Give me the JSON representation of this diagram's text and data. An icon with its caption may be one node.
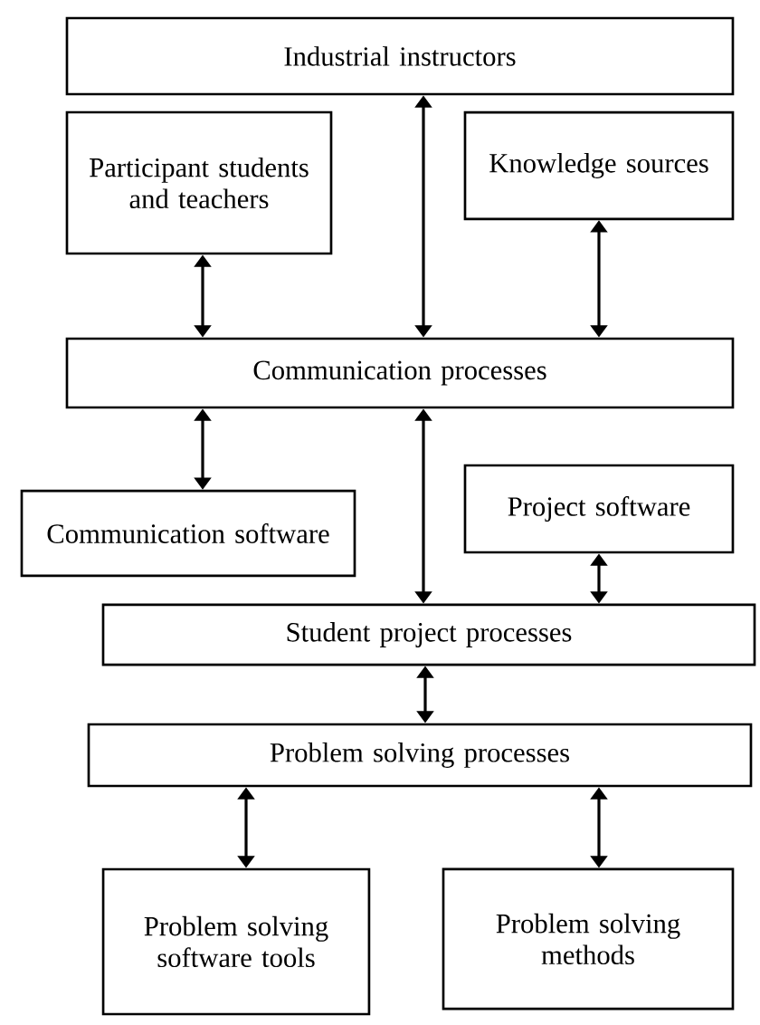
{
  "diagram": {
    "nodes": [
      {
        "text": [
          "Industrial instructors"
        ]
      },
      {
        "text": [
          "Participant students and teachers"
        ]
      },
      {
        "text": [
          "Knowledge sources"
        ]
      },
      {
        "text": [
          "Communication processes"
        ]
      },
      {
        "text": [
          "Communication software"
        ]
      },
      {
        "text": [
          "Project software"
        ]
      },
      {
        "text": [
          "Student project processes"
        ]
      },
      {
        "text": [
          "Problem solving processes"
        ]
      },
      {
        "text": [
          "Problem solving software tools"
        ]
      },
      {
        "text": [
          "Problem solving methods"
        ]
      }
    ],
    "edges": [
      {
        "from": 0,
        "to": 3,
        "arrow": "both"
      },
      {
        "from": 1,
        "to": 3,
        "arrow": "both"
      },
      {
        "from": 2,
        "to": 3,
        "arrow": "both"
      },
      {
        "from": 3,
        "to": 4,
        "arrow": "both"
      },
      {
        "from": 3,
        "to": 6,
        "arrow": "both"
      },
      {
        "from": 5,
        "to": 6,
        "arrow": "both"
      },
      {
        "from": 6,
        "to": 7,
        "arrow": "both"
      },
      {
        "from": 7,
        "to": 8,
        "arrow": "both"
      },
      {
        "from": 7,
        "to": 9,
        "arrow": "both"
      }
    ]
  }
}
